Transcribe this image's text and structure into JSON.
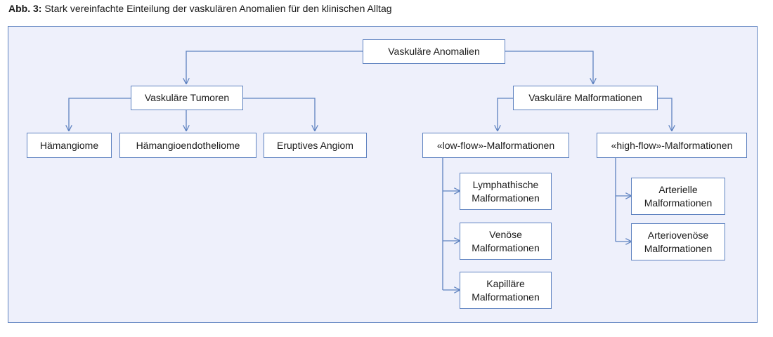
{
  "caption": {
    "prefix": "Abb. 3:",
    "text": "Stark vereinfachte Einteilung der vaskulären Anomalien für den klinischen Alltag"
  },
  "nodes": {
    "root": {
      "line1": "Vaskuläre Anomalien"
    },
    "tumors": {
      "line1": "Vaskuläre Tumoren"
    },
    "malformations": {
      "line1": "Vaskuläre Malformationen"
    },
    "haemangiome": {
      "line1": "Hämangiome"
    },
    "haemangioendotheliome": {
      "line1": "Hämangioendotheliome"
    },
    "eruptives_angiom": {
      "line1": "Eruptives Angiom"
    },
    "low_flow": {
      "line1": "«low-flow»-Malformationen"
    },
    "high_flow": {
      "line1": "«high-flow»-Malformationen"
    },
    "lymphatisch": {
      "line1": "Lymphathische",
      "line2": "Malformationen"
    },
    "venoes": {
      "line1": "Venöse",
      "line2": "Malformationen"
    },
    "kapillaer": {
      "line1": "Kapilläre",
      "line2": "Malformationen"
    },
    "arteriell": {
      "line1": "Arterielle",
      "line2": "Malformationen"
    },
    "arteriovenoes": {
      "line1": "Arteriovenöse",
      "line2": "Malformationen"
    }
  },
  "colors": {
    "line": "#5e82c0",
    "panel_background": "#eef0fb",
    "node_background": "#ffffff"
  }
}
